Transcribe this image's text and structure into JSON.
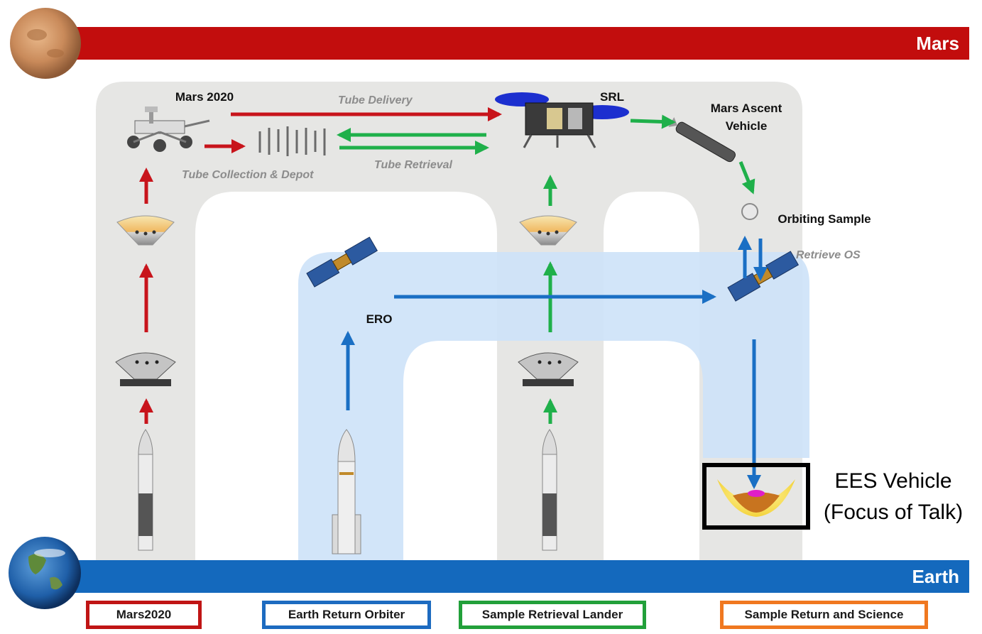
{
  "bands": {
    "mars": "Mars",
    "earth": "Earth"
  },
  "labels": {
    "mars2020": "Mars 2020",
    "srl": "SRL",
    "mav": "Mars Ascent Vehicle",
    "orbiting_sample": "Orbiting Sample",
    "ero": "ERO"
  },
  "italic_labels": {
    "tube_delivery": "Tube Delivery",
    "tube_collection": "Tube Collection & Depot",
    "tube_retrieval": "Tube Retrieval",
    "retrieve_os": "Retrieve OS"
  },
  "focus": {
    "line1": "EES Vehicle",
    "line2": "(Focus of Talk)"
  },
  "legend": [
    {
      "label": "Mars2020",
      "color": "#c01515"
    },
    {
      "label": "Earth Return Orbiter",
      "color": "#1d6bc0"
    },
    {
      "label": "Sample Retrieval Lander",
      "color": "#22a03a"
    },
    {
      "label": "Sample Return and Science",
      "color": "#f07820"
    }
  ],
  "colors": {
    "red_arrow": "#c8141b",
    "blue_arrow": "#1a6fc4",
    "green_arrow": "#1fb04a",
    "gray_path": "#e6e6e4",
    "blue_path": "#cde2f8"
  }
}
